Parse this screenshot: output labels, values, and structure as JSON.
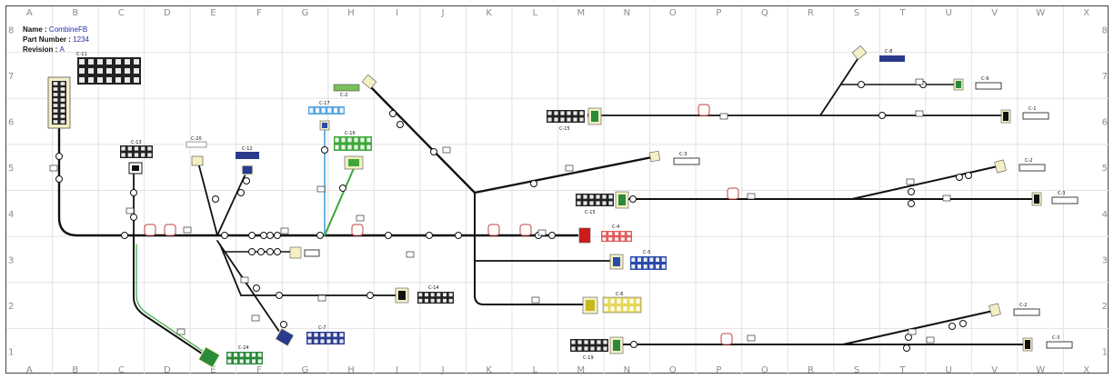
{
  "title_block": {
    "name_label": "Name :",
    "name_value": "CombineFB",
    "part_label": "Part Number :",
    "part_value": "1234",
    "rev_label": "Revision :",
    "rev_value": "A"
  },
  "grid": {
    "columns": [
      "A",
      "B",
      "C",
      "D",
      "E",
      "F",
      "G",
      "H",
      "I",
      "J",
      "K",
      "L",
      "M",
      "N",
      "O",
      "P",
      "Q",
      "R",
      "S",
      "T",
      "U",
      "V",
      "W",
      "X"
    ],
    "rows": [
      "8",
      "7",
      "6",
      "5",
      "4",
      "3",
      "2",
      "1"
    ]
  },
  "connectors": [
    {
      "label": "C-17",
      "color": "#58a8e0"
    },
    {
      "label": "C-2",
      "color": "#7cbf5a"
    },
    {
      "label": "C-20",
      "color": "#d6d6d6"
    },
    {
      "label": "C-13",
      "color": "#1a1a1a"
    },
    {
      "label": "C-12",
      "color": "#2a3a8c"
    },
    {
      "label": "C-16",
      "color": "#3ea83a"
    },
    {
      "label": "C-11",
      "color": "#1a1a1a"
    },
    {
      "label": "C-3",
      "color": "#1a1a1a"
    },
    {
      "label": "C-15",
      "color": "#1a1a1a"
    },
    {
      "label": "C-4",
      "color": "#d11a1a"
    },
    {
      "label": "C-5",
      "color": "#2a4aa8"
    },
    {
      "label": "C-6",
      "color": "#c8b820"
    },
    {
      "label": "C-14",
      "color": "#1a1a1a"
    },
    {
      "label": "C-7",
      "color": "#2a3a8c"
    },
    {
      "label": "C-24",
      "color": "#2a8a3a"
    },
    {
      "label": "C-19",
      "color": "#1a1a1a"
    },
    {
      "label": "C-8",
      "color": "#2a3a8c"
    },
    {
      "label": "C-9",
      "color": "#1a1a1a"
    },
    {
      "label": "C-1",
      "color": "#1a1a1a"
    },
    {
      "label": "C-2",
      "color": "#1a1a1a"
    },
    {
      "label": "C-3",
      "color": "#1a1a1a"
    },
    {
      "label": "C-2",
      "color": "#1a1a1a"
    },
    {
      "label": "C-3",
      "color": "#1a1a1a"
    }
  ],
  "colors": {
    "wire": "#111111",
    "wire_blue": "#5aaee0",
    "wire_green": "#3aa83a",
    "grid": "#e2e2e2"
  }
}
